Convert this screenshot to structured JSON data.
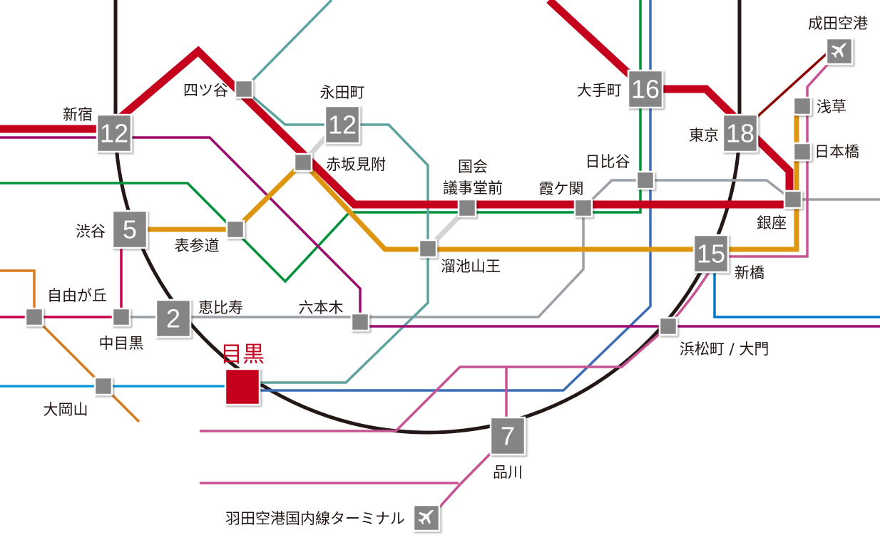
{
  "colors": {
    "yamanote": "#231815",
    "marunouchi": "#c4001c",
    "namboku": "#5fa3a0",
    "chiyoda": "#00913a",
    "ginza": "#de950f",
    "hibiya": "#9aa0a5",
    "oedo": "#9c0a6e",
    "mita": "#3c6db5",
    "asakusa": "#c75392",
    "toyoko": "#c8004c",
    "oimachi": "#d87a1f",
    "meguro_line": "#0a9ad8",
    "skyliner": "#8b0000",
    "yurikamome": "#0078c8",
    "station": "#858585",
    "highlight": "#c4001c"
  },
  "stations": {
    "narita": {
      "label": "成田空港",
      "icon": "airplane-icon"
    },
    "shinjuku": {
      "label": "新宿",
      "minutes": "12"
    },
    "yotsuya": {
      "label": "四ツ谷"
    },
    "nagatacho": {
      "label": "永田町",
      "minutes": "12"
    },
    "akasaka": {
      "label": "赤坂見附"
    },
    "kokkai": {
      "label1": "国会",
      "label2": "議事堂前"
    },
    "kasumigaseki": {
      "label": "霞ケ関"
    },
    "hibiya": {
      "label": "日比谷"
    },
    "otemachi": {
      "label": "大手町",
      "minutes": "16"
    },
    "tokyo": {
      "label": "東京",
      "minutes": "18"
    },
    "asakusa": {
      "label": "浅草"
    },
    "nihonbashi": {
      "label": "日本橋"
    },
    "ginza": {
      "label": "銀座"
    },
    "shibuya": {
      "label": "渋谷",
      "minutes": "5"
    },
    "omotesando": {
      "label": "表参道"
    },
    "tameike": {
      "label": "溜池山王"
    },
    "shimbashi": {
      "label": "新橋",
      "minutes": "15"
    },
    "jiyugaoka": {
      "label": "自由が丘"
    },
    "nakameguro": {
      "label": "中目黒"
    },
    "ebisu": {
      "label": "恵比寿",
      "minutes": "2"
    },
    "roppongi": {
      "label": "六本木"
    },
    "meguro": {
      "label": "目黒"
    },
    "hamamatsucho": {
      "label": "浜松町 / 大門"
    },
    "ookayama": {
      "label": "大岡山"
    },
    "shinagawa": {
      "label": "品川",
      "minutes": "7"
    },
    "haneda": {
      "label": "羽田空港国内線ターミナル",
      "icon": "airplane-icon"
    }
  }
}
